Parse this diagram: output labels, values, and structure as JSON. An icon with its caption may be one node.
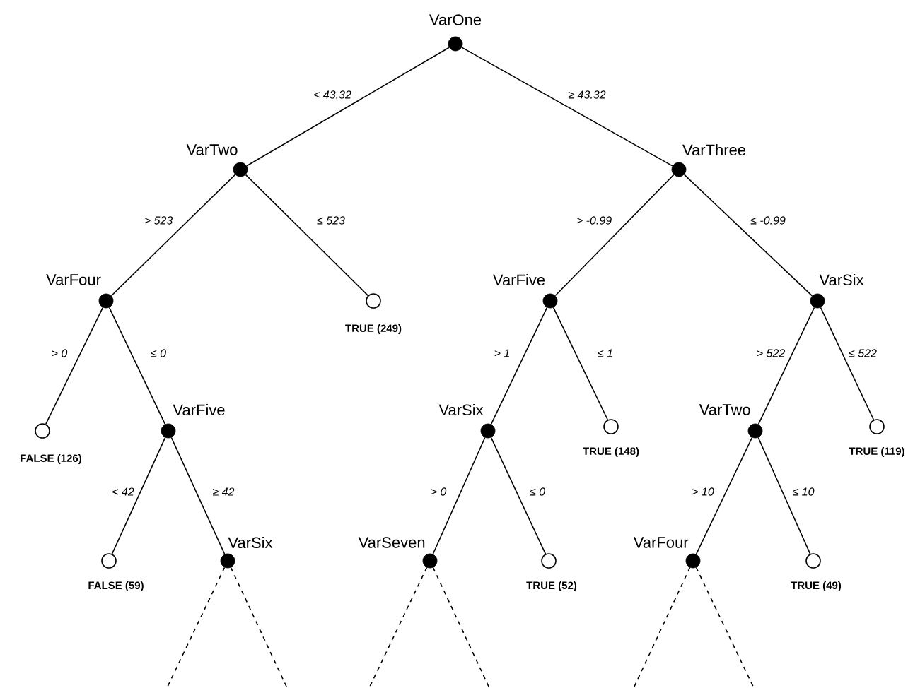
{
  "diagram": {
    "nodes": [
      {
        "text": [
          "VarOne"
        ]
      },
      {
        "text": [
          "VarTwo"
        ]
      },
      {
        "text": [
          "VarThree"
        ]
      },
      {
        "text": [
          "VarFour"
        ]
      },
      {
        "text": [
          "TRUE (249)"
        ]
      },
      {
        "text": [
          "VarFive"
        ]
      },
      {
        "text": [
          "VarSix"
        ]
      },
      {
        "text": [
          "FALSE (126)"
        ]
      },
      {
        "text": [
          "VarFive"
        ]
      },
      {
        "text": [
          "VarSix"
        ]
      },
      {
        "text": [
          "TRUE (148)"
        ]
      },
      {
        "text": [
          "VarTwo"
        ]
      },
      {
        "text": [
          "TRUE (119)"
        ]
      },
      {
        "text": [
          "FALSE (59)"
        ]
      },
      {
        "text": [
          "VarSix"
        ]
      },
      {
        "text": [
          "VarSeven"
        ]
      },
      {
        "text": [
          "TRUE (52)"
        ]
      },
      {
        "text": [
          "VarFour"
        ]
      },
      {
        "text": [
          "TRUE (49)"
        ]
      }
    ],
    "edges": [
      {
        "from": 0,
        "to": 1,
        "arrow": "none",
        "label": "< 43.32"
      },
      {
        "from": 0,
        "to": 2,
        "arrow": "none",
        "label": "≥ 43.32"
      },
      {
        "from": 1,
        "to": 3,
        "arrow": "none",
        "label": "> 523"
      },
      {
        "from": 1,
        "to": 4,
        "arrow": "none",
        "label": "≤ 523"
      },
      {
        "from": 2,
        "to": 5,
        "arrow": "none",
        "label": "> -0.99"
      },
      {
        "from": 2,
        "to": 6,
        "arrow": "none",
        "label": "≤ -0.99"
      },
      {
        "from": 3,
        "to": 7,
        "arrow": "none",
        "label": "> 0"
      },
      {
        "from": 3,
        "to": 8,
        "arrow": "none",
        "label": "≤ 0"
      },
      {
        "from": 5,
        "to": 9,
        "arrow": "none",
        "label": "> 1"
      },
      {
        "from": 5,
        "to": 10,
        "arrow": "none",
        "label": "≤ 1"
      },
      {
        "from": 6,
        "to": 11,
        "arrow": "none",
        "label": "> 522"
      },
      {
        "from": 6,
        "to": 12,
        "arrow": "none",
        "label": "≤ 522"
      },
      {
        "from": 8,
        "to": 13,
        "arrow": "none",
        "label": "< 42"
      },
      {
        "from": 8,
        "to": 14,
        "arrow": "none",
        "label": "≥ 42"
      },
      {
        "from": 9,
        "to": 15,
        "arrow": "none",
        "label": "> 0"
      },
      {
        "from": 9,
        "to": 16,
        "arrow": "none",
        "label": "≤ 0"
      },
      {
        "from": 11,
        "to": 17,
        "arrow": "none",
        "label": "> 10"
      },
      {
        "from": 11,
        "to": 18,
        "arrow": "none",
        "label": "≤ 10"
      },
      {
        "from": 14,
        "to": null,
        "arrow": "none",
        "style": "dashed"
      },
      {
        "from": 14,
        "to": null,
        "arrow": "none",
        "style": "dashed"
      },
      {
        "from": 15,
        "to": null,
        "arrow": "none",
        "style": "dashed"
      },
      {
        "from": 15,
        "to": null,
        "arrow": "none",
        "style": "dashed"
      },
      {
        "from": 17,
        "to": null,
        "arrow": "none",
        "style": "dashed"
      },
      {
        "from": 17,
        "to": null,
        "arrow": "none",
        "style": "dashed"
      }
    ]
  }
}
